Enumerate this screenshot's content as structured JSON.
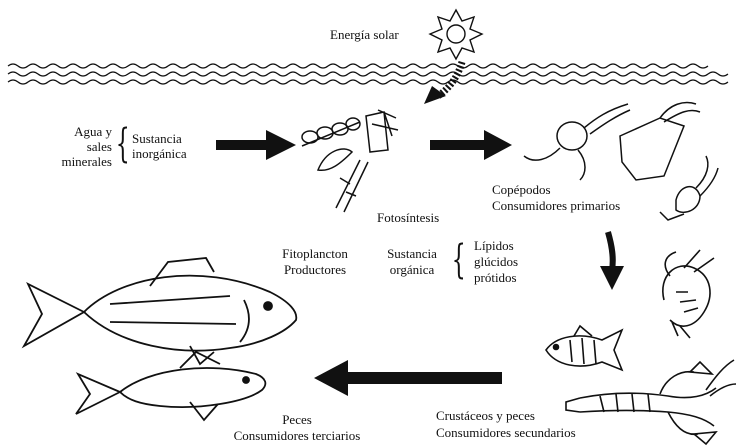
{
  "labels": {
    "energia_solar": "Energía solar",
    "agua_sales_1": "Agua y",
    "agua_sales_2": "sales",
    "agua_sales_3": "minerales",
    "sustancia_inorganica_1": "Sustancia",
    "sustancia_inorganica_2": "inorgánica",
    "fotosintesis": "Fotosíntesis",
    "copepodos": "Copépodos",
    "consumidores_primarios": "Consumidores primarios",
    "fitoplancton": "Fitoplancton",
    "productores": "Productores",
    "sustancia_organica_1": "Sustancia",
    "sustancia_organica_2": "orgánica",
    "lipidos": "Lípidos",
    "glucidos": "glúcidos",
    "protidos": "prótidos",
    "crustaceos_peces": "Crustáceos y peces",
    "consumidores_secundarios": "Consumidores secundarios",
    "peces": "Peces",
    "consumidores_terciarios": "Consumidores terciarios"
  },
  "icons": [
    "sun-icon",
    "water-waves",
    "phytoplankton-illustration",
    "copepods-illustration",
    "shrimp-illustration",
    "lobster-illustration",
    "small-fish-illustration",
    "large-fish-illustration"
  ]
}
